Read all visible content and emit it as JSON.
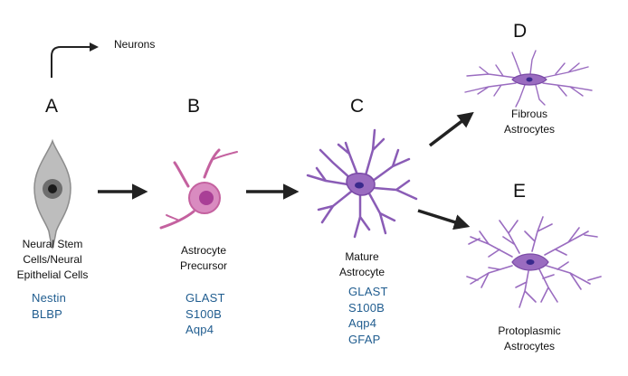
{
  "labels": {
    "neurons": "Neurons",
    "stages": [
      "A",
      "B",
      "C",
      "D",
      "E"
    ]
  },
  "captions": {
    "a": [
      "Neural Stem",
      "Cells/Neural",
      "Epithelial Cells"
    ],
    "b": [
      "Astrocyte",
      "Precursor"
    ],
    "c": [
      "Mature",
      "Astrocyte"
    ],
    "d": [
      "Fibrous",
      "Astrocytes"
    ],
    "e": [
      "Protoplasmic",
      "Astrocytes"
    ]
  },
  "markers": {
    "a": [
      "Nestin",
      "BLBP"
    ],
    "b": [
      "GLAST",
      "S100B",
      "Aqp4"
    ],
    "c": [
      "GLAST",
      "S100B",
      "Aqp4",
      "GFAP"
    ]
  },
  "colors": {
    "marker_text": "#1f5c8f",
    "stem_cell_body": "#bdbdbd",
    "stem_cell_nucleus": "#6e6e6e",
    "precursor_body": "#d98bc0",
    "precursor_nucleus": "#a93f96",
    "astrocyte_fill": "#9a6cc0",
    "astrocyte_stroke": "#7a4aa6",
    "astrocyte_nucleus": "#3a2a8c",
    "arrow": "#222222"
  }
}
